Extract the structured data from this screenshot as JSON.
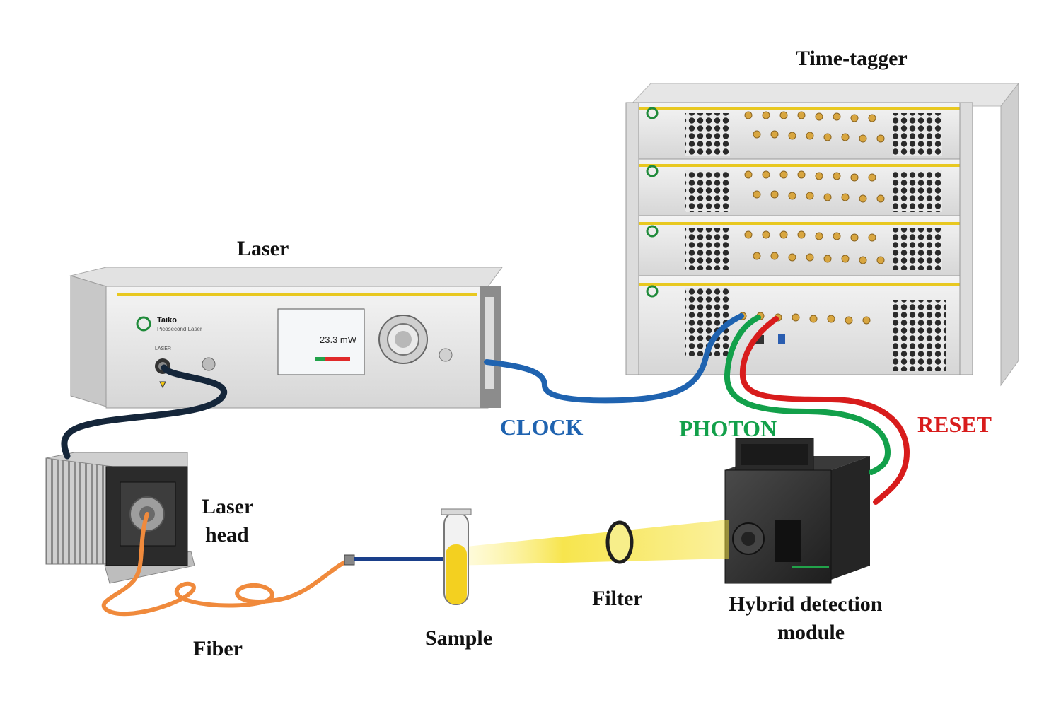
{
  "labels": {
    "time_tagger": "Time-tagger",
    "laser": "Laser",
    "laser_head_line1": "Laser",
    "laser_head_line2": "head",
    "fiber": "Fiber",
    "sample": "Sample",
    "filter": "Filter",
    "detector_line1": "Hybrid detection",
    "detector_line2": "module"
  },
  "signals": {
    "clock": "CLOCK",
    "photon": "PHOTON",
    "reset": "RESET"
  },
  "colors": {
    "clock": "#1f63b0",
    "photon": "#12a04a",
    "reset": "#d81c1c",
    "fiber": "#f08a3c",
    "laser_cable": "#15263a",
    "beam": "#f6e23a",
    "accent_yellow": "#e8c820"
  },
  "laser_unit": {
    "brand": "Taiko",
    "subtitle": "Picosecond Laser",
    "power_readout": "23.3 mW",
    "port_label": "LASER"
  }
}
